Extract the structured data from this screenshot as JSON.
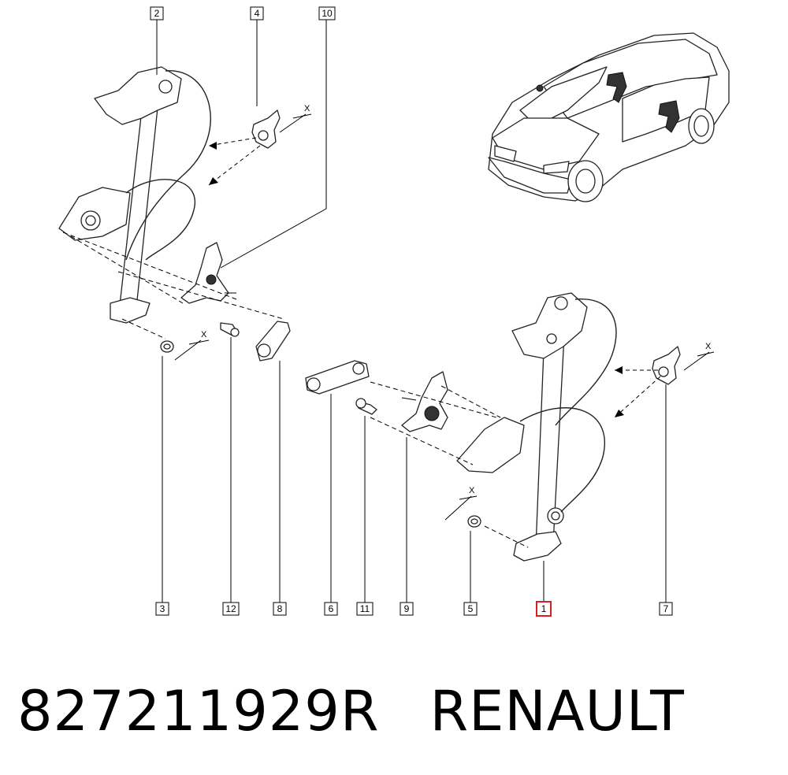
{
  "callouts": {
    "c1": "1",
    "c2": "2",
    "c3": "3",
    "c4": "4",
    "c5": "5",
    "c6": "6",
    "c7": "7",
    "c8": "8",
    "c9": "9",
    "c10": "10",
    "c11": "11",
    "c12": "12"
  },
  "axis_labels": {
    "x_small_1": "X",
    "x_small_2": "X",
    "x_small_3": "X",
    "x_small_4": "X"
  },
  "caption": {
    "part_number": "827211929R",
    "brand": "RENAULT"
  },
  "highlight_color": "#d81e1e"
}
